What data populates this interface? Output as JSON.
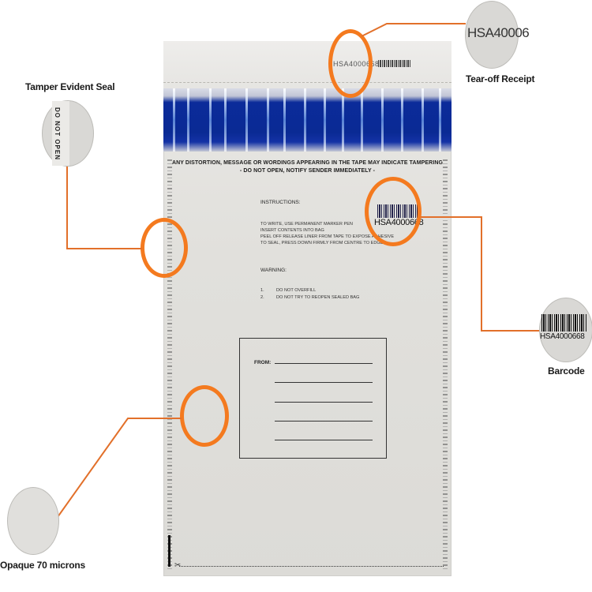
{
  "bag": {
    "serial_top": "HSA4000668",
    "notice_line1": "ANY DISTORTION, MESSAGE OR WORDINGS APPEARING IN THE TAPE MAY INDICATE TAMPERING",
    "notice_line2": "- DO NOT OPEN, NOTIFY SENDER IMMEDIATELY -",
    "instructions_title": "INSTRUCTIONS:",
    "instructions": [
      "TO WRITE, USE PERMANENT MARKER PEN",
      "INSERT CONTENTS INTO BAG",
      "PEEL OFF RELEASE LINER FROM TAPE TO EXPOSE ADHESIVE",
      "TO SEAL, PRESS DOWN FIRMLY FROM CENTRE TO EDGES"
    ],
    "warning_title": "WARNING:",
    "warnings": [
      {
        "num": "1.",
        "text": "DO NOT OVERFILL"
      },
      {
        "num": "2.",
        "text": "DO NOT TRY TO REOPEN SEALED BAG"
      }
    ],
    "barcode_text": "HSA4000668",
    "from_label": "FROM:",
    "tape_colors": {
      "blue": "#0a2a94",
      "silver": "#c7cad6"
    }
  },
  "callouts": {
    "tamper_seal": {
      "label": "Tamper Evident Seal",
      "detail_text": "DO NOT OPEN"
    },
    "tear_off_receipt": {
      "label": "Tear-off Receipt",
      "detail_text": "HSA40006"
    },
    "barcode": {
      "label": "Barcode",
      "detail_text": "HSA4000668"
    },
    "opaque": {
      "label": "Opaque 70 microns"
    }
  },
  "colors": {
    "highlight_orange": "#f47a1f",
    "connector": "#e2702a"
  }
}
